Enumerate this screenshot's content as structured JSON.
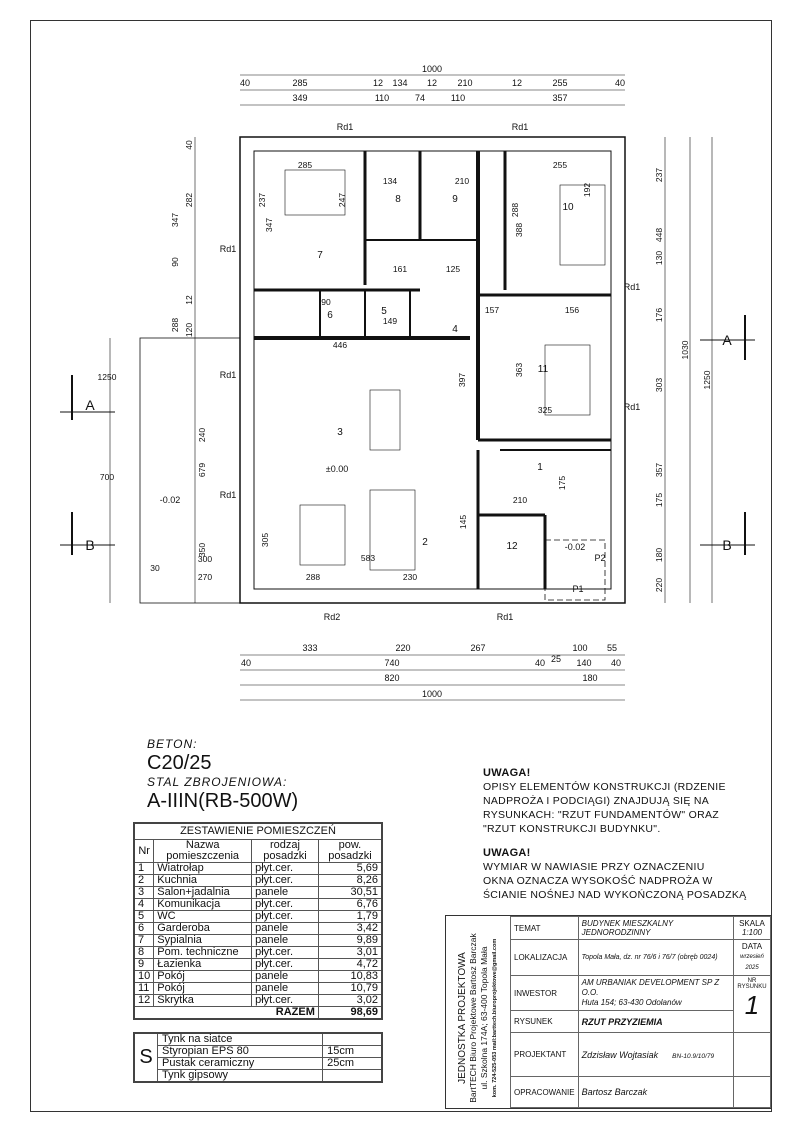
{
  "plan": {
    "dims_top_1": [
      "1000"
    ],
    "dims_top_2": [
      "40",
      "285",
      "12",
      "134",
      "12",
      "210",
      "12",
      "255",
      "40"
    ],
    "dims_top_3": [
      "349",
      "110",
      "74",
      "110",
      "357"
    ],
    "dims_bottom_1": [
      "333",
      "220",
      "267",
      "100",
      "55"
    ],
    "dims_bottom_2": [
      "40",
      "740",
      "40",
      "25",
      "140",
      "40"
    ],
    "dims_bottom_3": [
      "820",
      "180"
    ],
    "dims_bottom_4": [
      "1000"
    ],
    "dims_left": [
      "40",
      "282",
      "347",
      "90",
      "12",
      "120",
      "288",
      "1250",
      "700",
      "240",
      "679",
      "350",
      "300",
      "270",
      "30"
    ],
    "dims_right": [
      "237",
      "448",
      "130",
      "176",
      "1030",
      "303",
      "1250",
      "357",
      "175",
      "180",
      "220"
    ],
    "rooms": [
      "1",
      "2",
      "3",
      "4",
      "5",
      "6",
      "7",
      "8",
      "9",
      "10",
      "11",
      "12"
    ],
    "room_dims": [
      "285",
      "347",
      "237",
      "247",
      "134",
      "210",
      "255",
      "388",
      "288",
      "192",
      "446",
      "397",
      "363",
      "325",
      "583",
      "288",
      "230",
      "145",
      "210",
      "175",
      "161",
      "125",
      "157",
      "156",
      "305",
      "149",
      "90"
    ],
    "labels": [
      "Rd1",
      "Rd1",
      "Rd1",
      "Rd1",
      "Rd1",
      "Rd1",
      "Rd1",
      "Rd2",
      "Rd1",
      "P1",
      "P2",
      "±0.00",
      "-0.02",
      "-0.02",
      "A",
      "A",
      "B",
      "B"
    ]
  },
  "materials": {
    "beton_label": "BETON:",
    "beton_value": "C20/25",
    "stal_label": "STAL ZBROJENIOWA:",
    "stal_value": "A-IIIN(RB-500W)"
  },
  "rooms_table": {
    "title": "ZESTAWIENIE POMIESZCZEŃ",
    "headers": [
      "Nr",
      "Nazwa pomieszczenia",
      "rodzaj posadzki",
      "pow. posadzki"
    ],
    "rows": [
      [
        "1",
        "Wiatrołap",
        "płyt.cer.",
        "5,69"
      ],
      [
        "2",
        "Kuchnia",
        "płyt.cer.",
        "8,26"
      ],
      [
        "3",
        "Salon+jadalnia",
        "panele",
        "30,51"
      ],
      [
        "4",
        "Komunikacja",
        "płyt.cer.",
        "6,76"
      ],
      [
        "5",
        "WC",
        "płyt.cer.",
        "1,79"
      ],
      [
        "6",
        "Garderoba",
        "panele",
        "3,42"
      ],
      [
        "7",
        "Sypialnia",
        "panele",
        "9,89"
      ],
      [
        "8",
        "Pom. techniczne",
        "płyt.cer.",
        "3,01"
      ],
      [
        "9",
        "Łazienka",
        "płyt.cer.",
        "4,72"
      ],
      [
        "10",
        "Pokój",
        "panele",
        "10,83"
      ],
      [
        "11",
        "Pokój",
        "panele",
        "10,79"
      ],
      [
        "12",
        "Skrytka",
        "płyt.cer.",
        "3,02"
      ]
    ],
    "total_label": "RAZEM",
    "total_value": "98,69"
  },
  "layers": {
    "symbol": "S",
    "rows": [
      [
        "Tynk na siatce",
        ""
      ],
      [
        "Styropian EPS 80",
        "15cm"
      ],
      [
        "Pustak ceramiczny",
        "25cm"
      ],
      [
        "Tynk gipsowy",
        ""
      ]
    ]
  },
  "notes": [
    {
      "title": "UWAGA!",
      "text": [
        "OPISY ELEMENTÓW KONSTRUKCJI (RDZENIE",
        "NADPROŻA I PODCIĄGI) ZNAJDUJĄ SIĘ NA",
        "RYSUNKACH: \"RZUT FUNDAMENTÓW\" ORAZ",
        "\"RZUT KONSTRUKCJI BUDYNKU\"."
      ]
    },
    {
      "title": "UWAGA!",
      "text": [
        "WYMIAR W NAWIASIE PRZY OZNACZENIU",
        "OKNA OZNACZA WYSOKOŚĆ NADPROŻA W",
        "ŚCIANIE NOŚNEJ NAD WYKOŃCZONĄ POSADZKĄ"
      ]
    }
  ],
  "title_block": {
    "office": [
      "JEDNOSTKA PROJEKTOWA",
      "BartTECH Biuro Projektowe Bartosz Barczak",
      "ul. Szkolna 174A; 63-400 Topola Mała",
      "kom. 724-525-053 mail:barttech.biuroprojektowe@gmail.com"
    ],
    "temat_label": "TEMAT",
    "temat": "BUDYNEK MIESZKALNY JEDNORODZINNY",
    "lok_label": "LOKALIZACJA",
    "lok": "Topola Mała, dz. nr 76/6 i 76/7 (obręb 0024)",
    "inw_label": "INWESTOR",
    "inw1": "AM URBANIAK DEVELOPMENT SP Z O.O.",
    "inw2": "Huta 154; 63-430 Odolanów",
    "rys_label": "RYSUNEK",
    "rys": "RZUT PRZYZIEMIA",
    "proj_label": "PROJEKTANT",
    "proj": "Zdzisław Wojtasiak",
    "proj_no": "BN-10.9/10/79",
    "opr_label": "OPRACOWANIE",
    "opr": "Bartosz Barczak",
    "skala_label": "SKALA",
    "skala": "1:100",
    "data_label": "DATA",
    "data": "wrzesień 2025",
    "nr_label": "NR RYSUNKU",
    "nr": "1"
  }
}
